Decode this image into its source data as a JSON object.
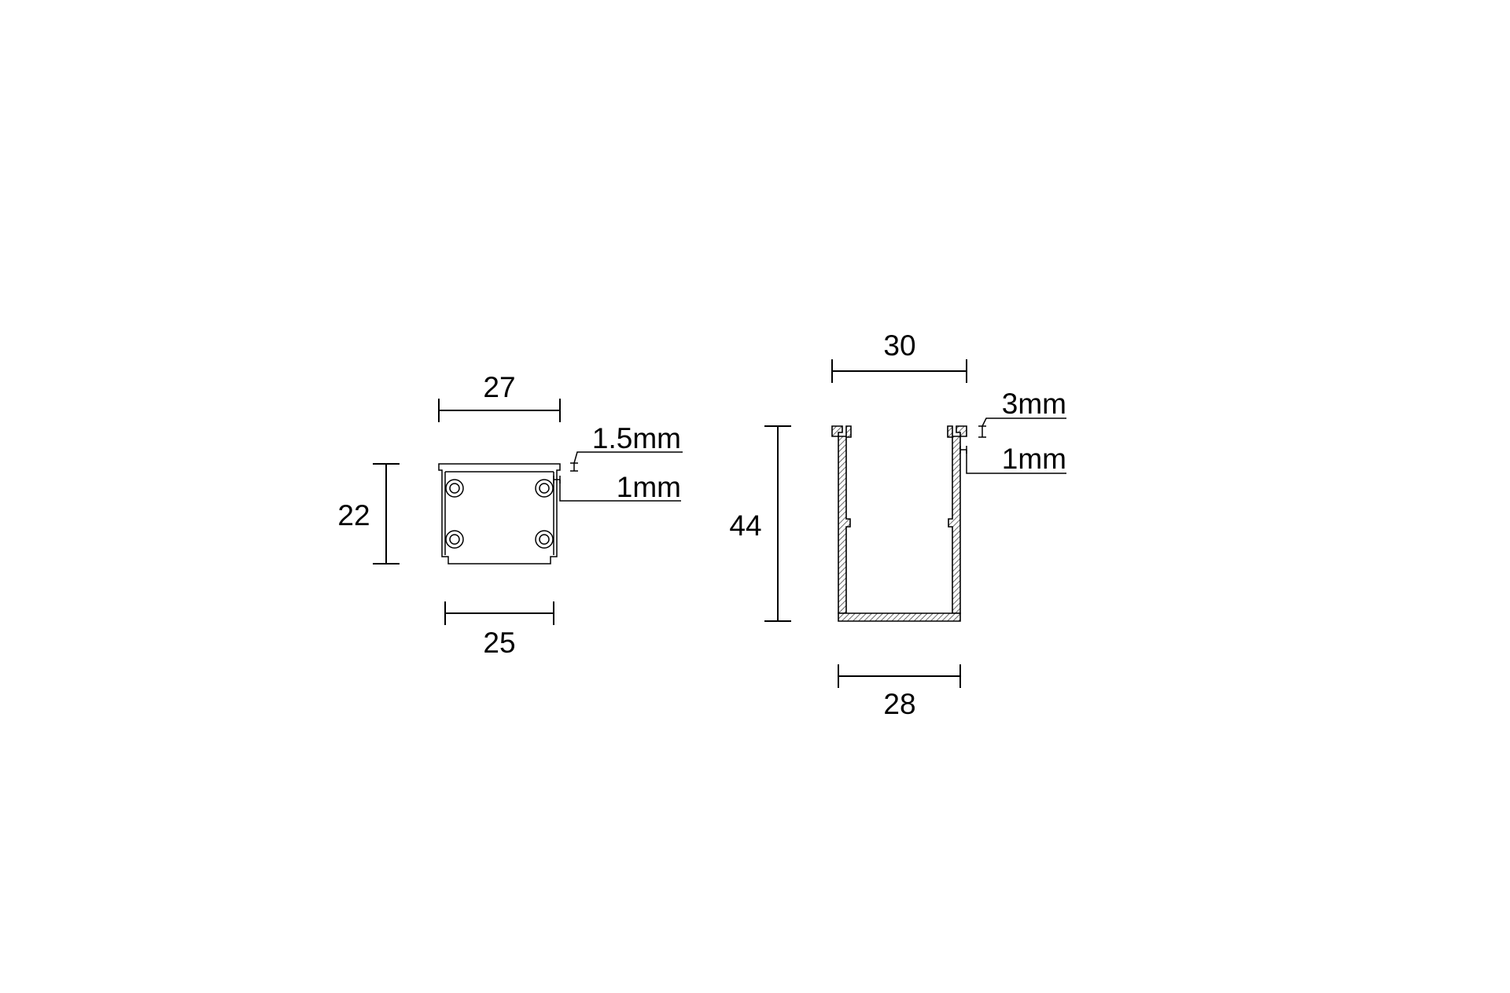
{
  "profile_small": {
    "top_width": "27",
    "bottom_width": "25",
    "height": "22",
    "wall_top": "1.5mm",
    "wall_side": "1mm"
  },
  "profile_large": {
    "top_width": "30",
    "bottom_width": "28",
    "height": "44",
    "wall_top": "3mm",
    "wall_side": "1mm"
  }
}
